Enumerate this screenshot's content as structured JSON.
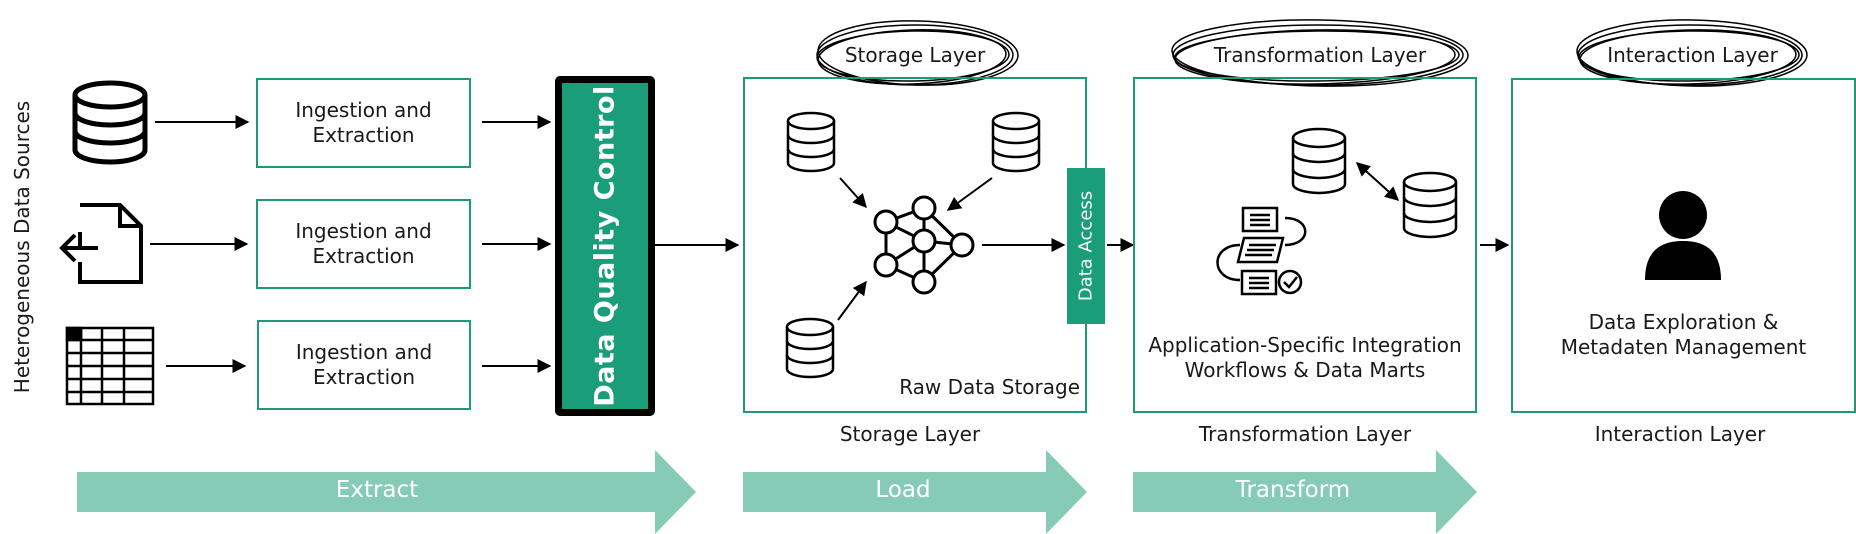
{
  "sources": {
    "side_label": "Heterogeneous Data Sources",
    "icons": [
      "database-icon",
      "file-export-icon",
      "spreadsheet-icon"
    ]
  },
  "ingestion": [
    {
      "line1": "Ingestion and",
      "line2": "Extraction"
    },
    {
      "line1": "Ingestion and",
      "line2": "Extraction"
    },
    {
      "line1": "Ingestion and",
      "line2": "Extraction"
    }
  ],
  "quality_control": "Data Quality Control",
  "storage": {
    "header": "Storage Layer",
    "inner_label": "Raw Data Storage",
    "footer": "Storage Layer",
    "access": "Data Access"
  },
  "transformation": {
    "header": "Transformation Layer",
    "line1": "Application-Specific Integration",
    "line2": "Workflows & Data Marts",
    "footer": "Transformation Layer"
  },
  "interaction": {
    "header": "Interaction Layer",
    "line1": "Data Exploration &",
    "line2": "Metadaten Management",
    "footer": "Interaction Layer"
  },
  "phases": {
    "extract": "Extract",
    "load": "Load",
    "transform": "Transform"
  },
  "colors": {
    "accent": "#1a9e7a",
    "border": "#1f9a78",
    "phase_arrow": "#86cbb6"
  }
}
